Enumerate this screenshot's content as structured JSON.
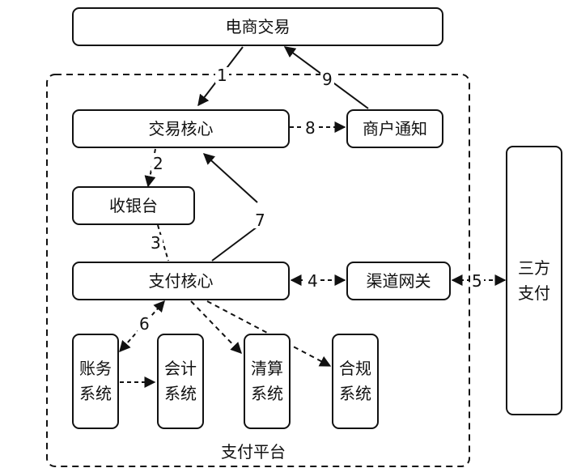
{
  "nodes": {
    "ecommerce": "电商交易",
    "trade_core": "交易核心",
    "merchant_notify": "商户通知",
    "cashier": "收银台",
    "pay_core": "支付核心",
    "channel_gateway": "渠道网关",
    "third_party": {
      "line1": "三方",
      "line2": "支付"
    },
    "accounting_ledger": {
      "line1": "账务",
      "line2": "系统"
    },
    "accounting": {
      "line1": "会计",
      "line2": "系统"
    },
    "clearing": {
      "line1": "清算",
      "line2": "系统"
    },
    "compliance": {
      "line1": "合规",
      "line2": "系统"
    }
  },
  "platform_label": "支付平台",
  "edges": {
    "e1": "1",
    "e2": "2",
    "e3": "3",
    "e4": "4",
    "e5": "5",
    "e6": "6",
    "e7": "7",
    "e8": "8",
    "e9": "9"
  }
}
